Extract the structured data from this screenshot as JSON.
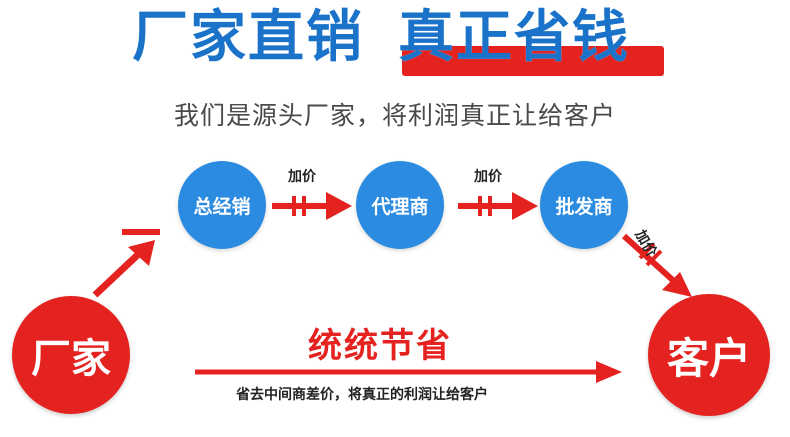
{
  "headline": {
    "left": "厂家直销",
    "right": "真正省钱"
  },
  "subtitle": "我们是源头厂家，将利润真正让给客户",
  "flow": {
    "nodes": [
      "总经销",
      "代理商",
      "批发商"
    ],
    "markup_label": "加价"
  },
  "factory": "厂家",
  "customer": "客户",
  "savings": {
    "title": "统统节省",
    "caption": "省去中间商差价，将真正的利润让给客户"
  },
  "colors": {
    "blue": "#2b8be0",
    "headline_blue": "#1a73c9",
    "red": "#e42320"
  }
}
